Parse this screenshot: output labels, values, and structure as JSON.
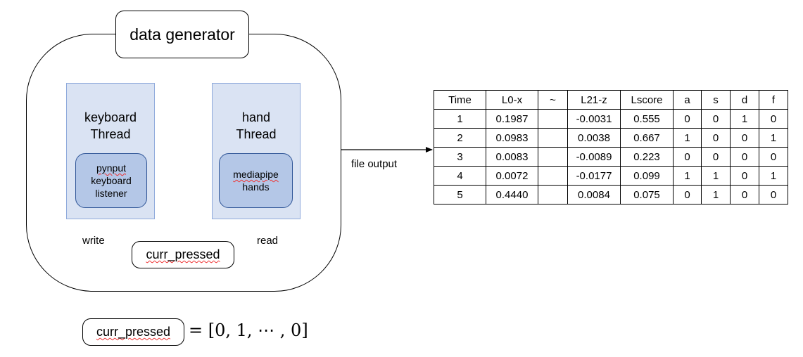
{
  "diagram": {
    "title": "data generator",
    "keyboard_thread": {
      "line1": "keyboard",
      "line2": "Thread"
    },
    "keyboard_inner": {
      "line1": "pynput",
      "line2": "keyboard",
      "line3": "listener"
    },
    "hand_thread": {
      "line1": "hand",
      "line2": "Thread"
    },
    "hand_inner": {
      "line1": "mediapipe",
      "line2": "hands"
    },
    "shared_var": "curr_pressed",
    "write_label": "write",
    "read_label": "read",
    "output_label": "file output",
    "legend_var": "curr_pressed",
    "legend_equation": "= [0, 1, ⋯ , 0]"
  },
  "table": {
    "headers": [
      "Time",
      "L0-x",
      "~",
      "L21-z",
      "Lscore",
      "a",
      "s",
      "d",
      "f"
    ],
    "rows": [
      [
        "1",
        "0.1987",
        "",
        "-0.0031",
        "0.555",
        "0",
        "0",
        "1",
        "0"
      ],
      [
        "2",
        "0.0983",
        "",
        "0.0038",
        "0.667",
        "1",
        "0",
        "0",
        "1"
      ],
      [
        "3",
        "0.0083",
        "",
        "-0.0089",
        "0.223",
        "0",
        "0",
        "0",
        "0"
      ],
      [
        "4",
        "0.0072",
        "",
        "-0.0177",
        "0.099",
        "1",
        "1",
        "0",
        "1"
      ],
      [
        "5",
        "0.4440",
        "",
        "0.0084",
        "0.075",
        "0",
        "1",
        "0",
        "0"
      ]
    ]
  },
  "colors": {
    "thread_fill": "#dae3f3",
    "thread_border": "#8faadc",
    "inner_fill": "#b4c7e7",
    "inner_border": "#2f5597"
  }
}
